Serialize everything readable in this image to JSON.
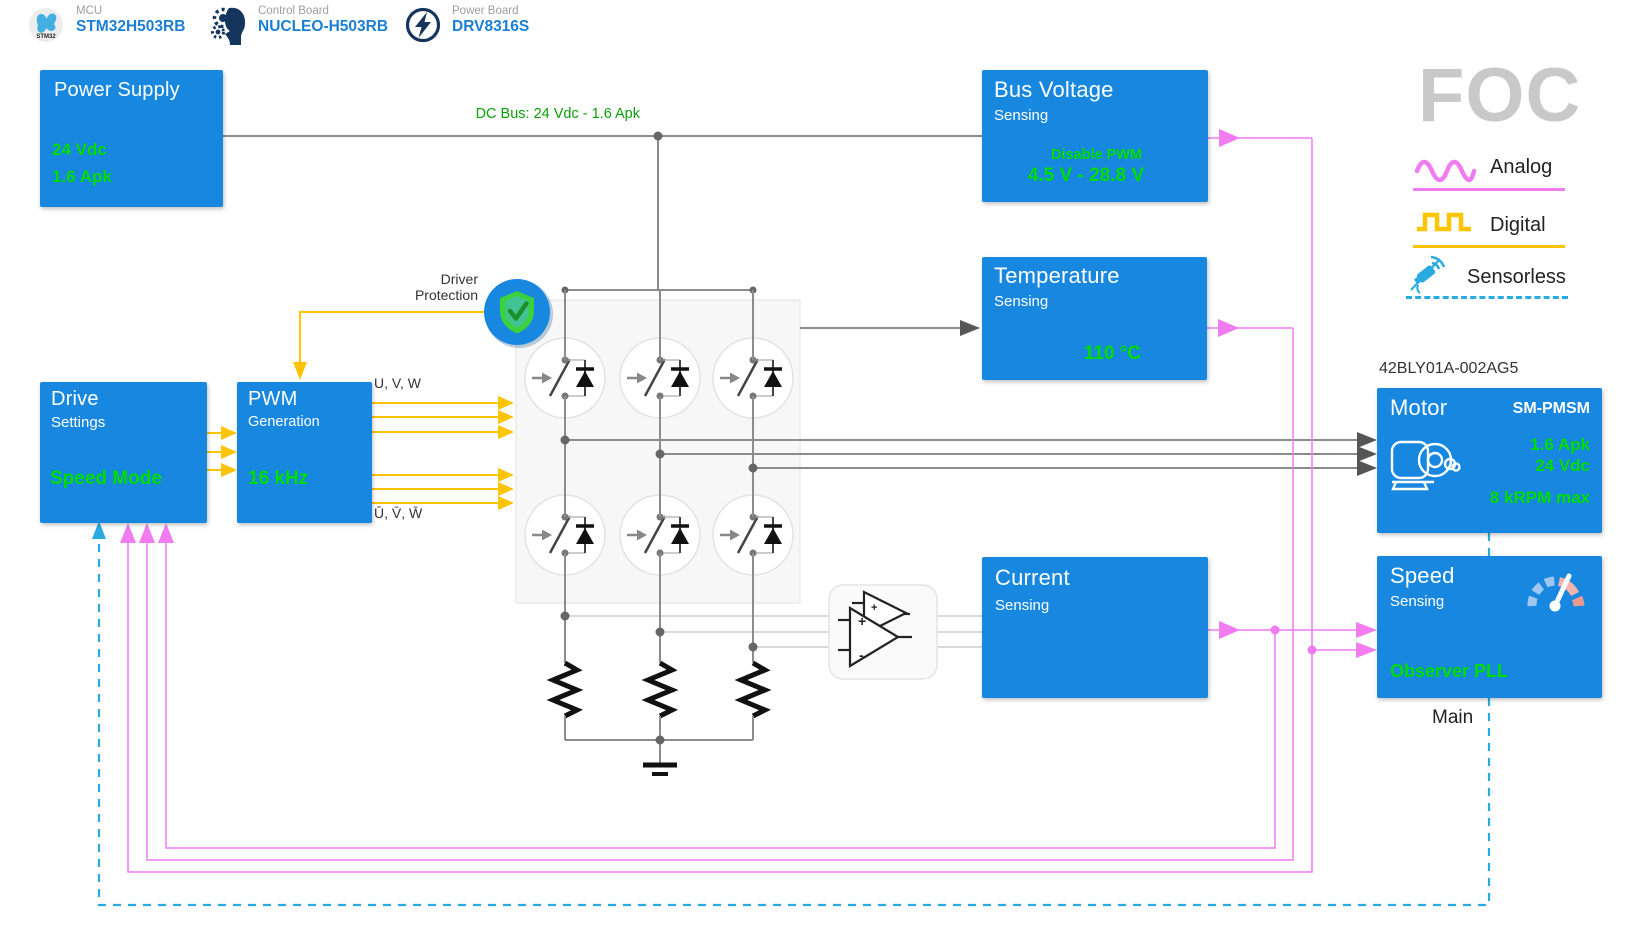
{
  "header": {
    "items": [
      {
        "icon": "stm32-logo",
        "label": "MCU",
        "value": "STM32H503RB"
      },
      {
        "icon": "head-gears",
        "label": "Control Board",
        "value": "NUCLEO-H503RB"
      },
      {
        "icon": "lightning-circle",
        "label": "Power Board",
        "value": "DRV8316S"
      }
    ]
  },
  "logo": "FOC",
  "legend": {
    "analog": "Analog",
    "digital": "Digital",
    "sensorless": "Sensorless"
  },
  "blocks": {
    "power_supply": {
      "title": "Power Supply",
      "values": [
        "24 Vdc",
        "1.6 Apk"
      ]
    },
    "bus_voltage": {
      "title": "Bus Voltage",
      "subtitle": "Sensing",
      "protection": "Disable PWM",
      "range": "4.5 V - 28.8 V"
    },
    "temperature": {
      "title": "Temperature",
      "subtitle": "Sensing",
      "value": "110 °C"
    },
    "drive": {
      "title": "Drive",
      "subtitle": "Settings",
      "mode": "Speed Mode"
    },
    "pwm": {
      "title": "PWM",
      "subtitle": "Generation",
      "freq": "16 kHz"
    },
    "current": {
      "title": "Current",
      "subtitle": "Sensing"
    },
    "motor": {
      "title": "Motor",
      "type": "SM-PMSM",
      "model": "42BLY01A-002AG5",
      "values": [
        "1.6 Apk",
        "24 Vdc"
      ],
      "max": "8 kRPM max"
    },
    "speed": {
      "title": "Speed",
      "subtitle": "Sensing",
      "algo": "Observer PLL",
      "context": "Main"
    }
  },
  "wires": {
    "dc_bus_label": "DC Bus: 24 Vdc - 1.6 Apk",
    "pwm_top_label": "U, V, W",
    "pwm_bottom_label": "Ū, V̄, W̄",
    "driver_protection_label": "Driver Protection"
  },
  "colors": {
    "block_blue": "#1787e0",
    "value_green": "#00dc00",
    "analog_pink": "#f07cf0",
    "digital_yellow": "#ffc400",
    "sensorless_blue": "#29abe2",
    "wire_gray": "#8c8c8c",
    "wire_light": "#d9d9d9",
    "shield_green": "#3ad13c",
    "link_blue": "#1b7fd4",
    "label_gray": "#9e9e9e",
    "logo_gray": "#c9c9c9",
    "navy": "#16355c"
  }
}
